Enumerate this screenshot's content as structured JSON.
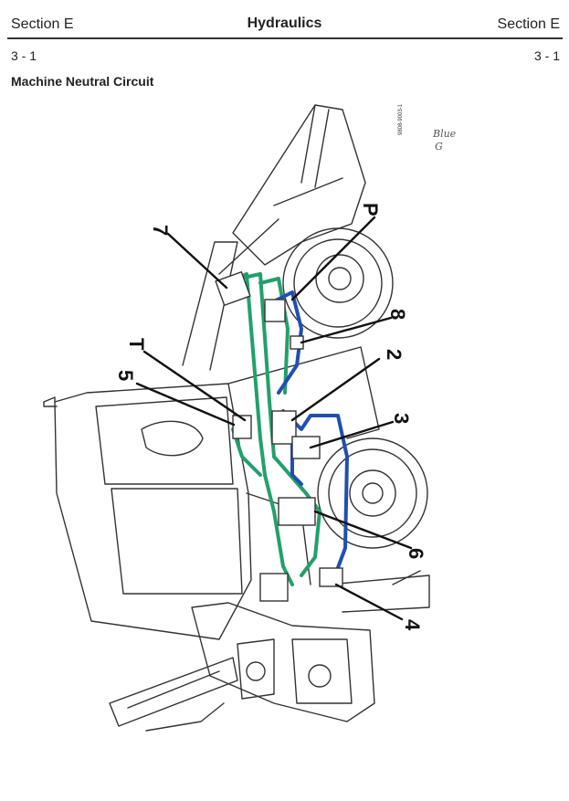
{
  "header": {
    "section_left": "Section E",
    "chapter": "Hydraulics",
    "section_right": "Section E",
    "page_left": "3 - 1",
    "page_right": "3 - 1"
  },
  "title": "Machine Neutral Circuit",
  "diagram": {
    "ref_code": "9808-9003-1",
    "handwritten_note": [
      "Blue",
      "G"
    ],
    "callouts": [
      "7",
      "P",
      "8",
      "T",
      "5",
      "2",
      "3",
      "6",
      "4"
    ],
    "colors": {
      "blue_hose": "#1f4fb0",
      "green_hose": "#22a06b",
      "line_art": "#333333"
    }
  }
}
